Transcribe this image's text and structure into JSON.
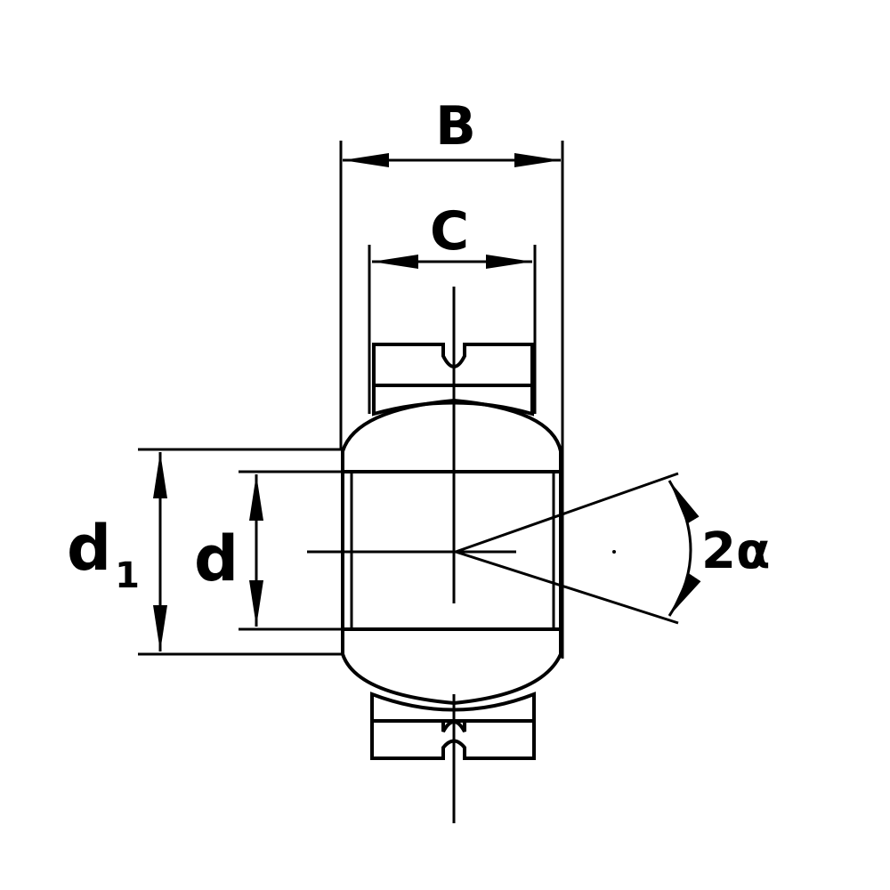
{
  "drawing": {
    "labels": {
      "B": "B",
      "C": "C",
      "d1_main": "d",
      "d1_sub": "1",
      "d": "d",
      "angle": "2α"
    },
    "colors": {
      "ink": "#000000",
      "paper": "#ffffff"
    }
  }
}
